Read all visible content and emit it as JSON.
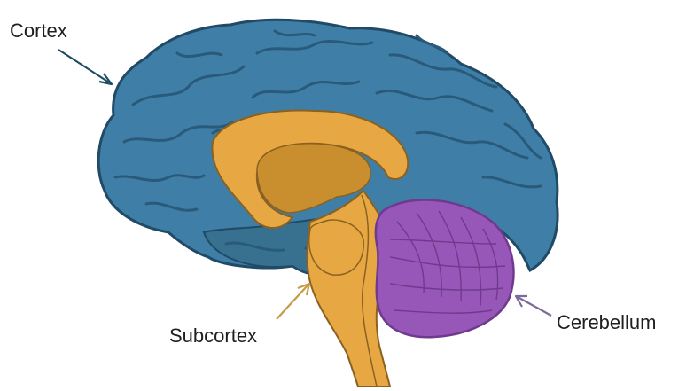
{
  "labels": {
    "cortex": "Cortex",
    "subcortex": "Subcortex",
    "cerebellum": "Cerebellum"
  },
  "colors": {
    "cortex": "#3f7fa7",
    "cortex_dark": "#2f6486",
    "cortex_outline": "#214a66",
    "temporal": "#37718f",
    "subcortex": "#e7a843",
    "subcortex_dark": "#c98f2e",
    "subcortex_outline": "#8a6120",
    "cerebellum": "#9657b8",
    "cerebellum_dark": "#6f3a8d",
    "arrow_cortex": "#1d4e62",
    "arrow_subcortex": "#c89a45",
    "arrow_cerebellum": "#7d6a98"
  }
}
